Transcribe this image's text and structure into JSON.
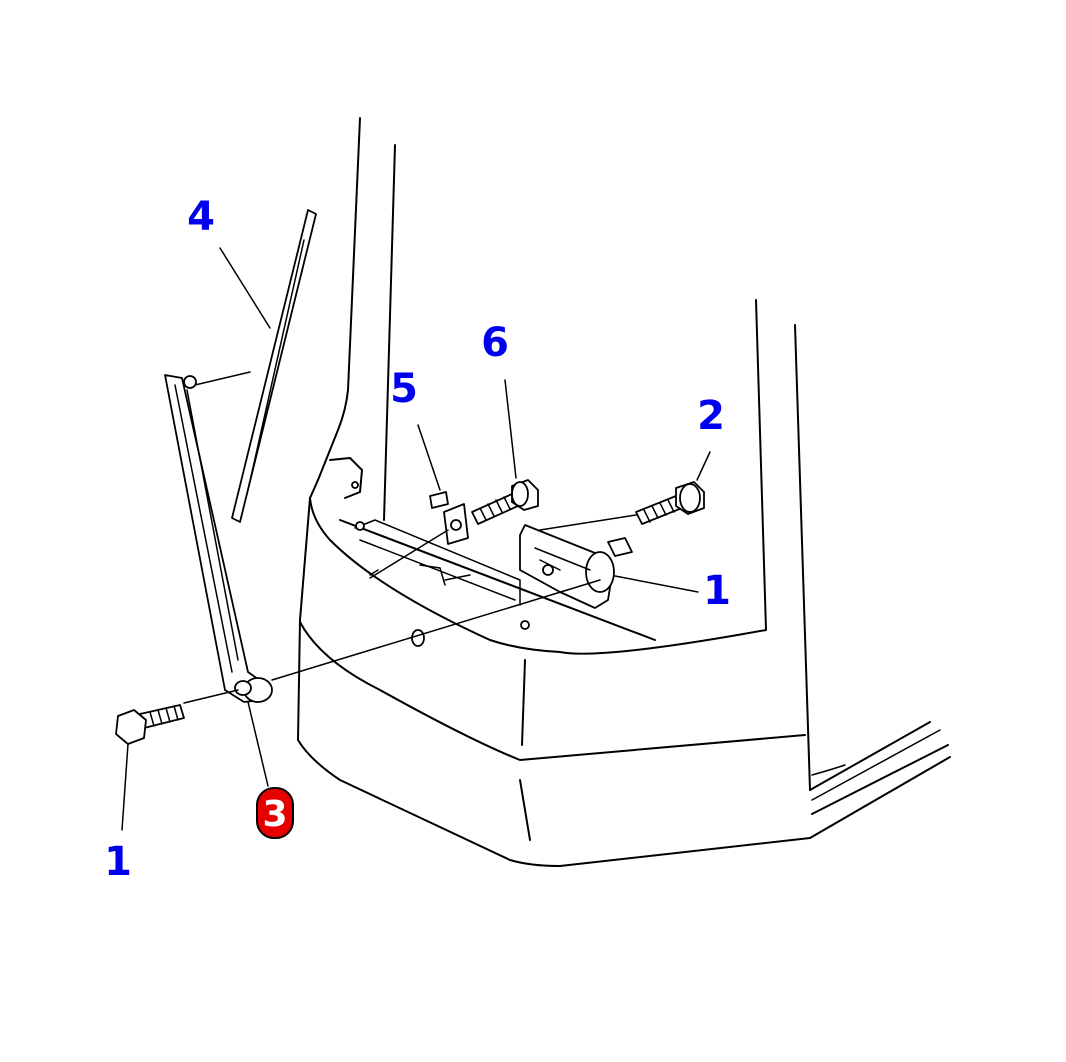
{
  "callouts": [
    {
      "id": "c4",
      "text": "4",
      "highlighted": false
    },
    {
      "id": "c6",
      "text": "6",
      "highlighted": false
    },
    {
      "id": "c5",
      "text": "5",
      "highlighted": false
    },
    {
      "id": "c2",
      "text": "2",
      "highlighted": false
    },
    {
      "id": "c1-right",
      "text": "1",
      "highlighted": false
    },
    {
      "id": "c3",
      "text": "3",
      "highlighted": true
    },
    {
      "id": "c1-left",
      "text": "1",
      "highlighted": false
    }
  ],
  "colors": {
    "label": "#0000ee",
    "highlight_fill": "#e60000",
    "highlight_text": "#ffffff",
    "line": "#000000",
    "background": "#ffffff"
  }
}
